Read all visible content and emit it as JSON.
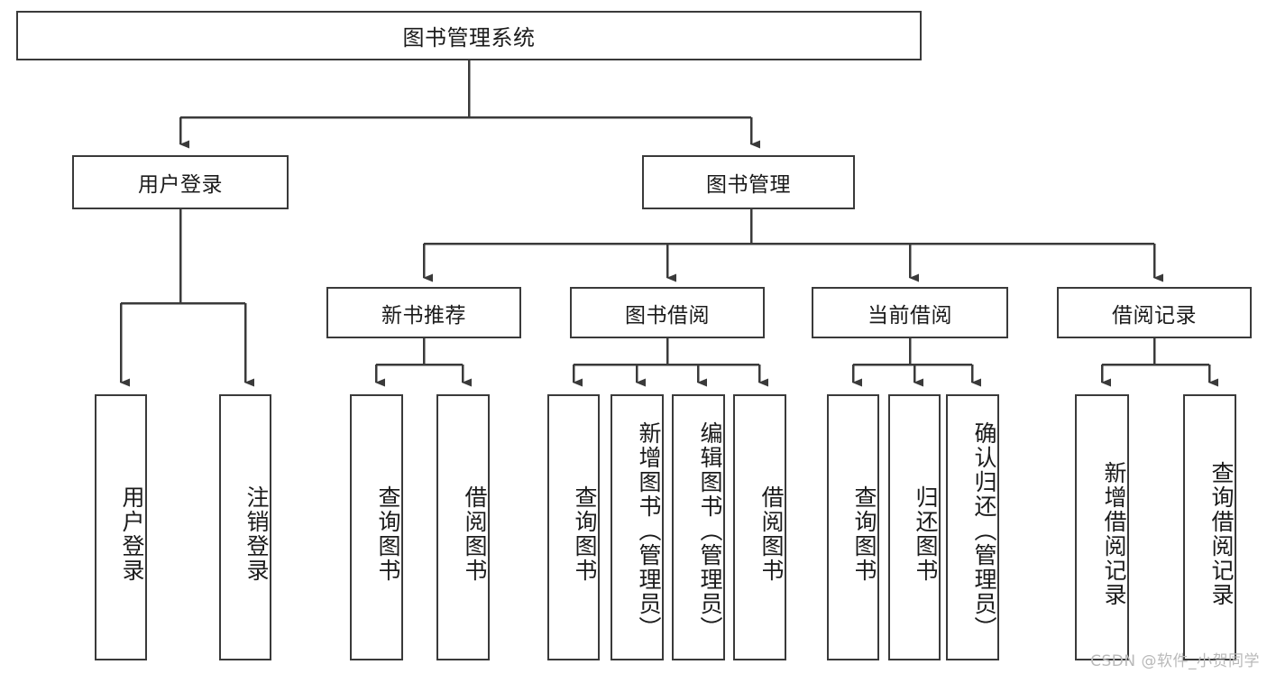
{
  "diagram": {
    "title": "图书管理系统",
    "type": "tree",
    "watermark": "CSDN @软件_小贺同学",
    "colors": {
      "stroke": "#3a3a3a",
      "fill": "#ffffff",
      "text": "#1b1b1b",
      "watermark": "#b9b9b9"
    }
  },
  "nodes": {
    "root": {
      "label": "图书管理系统"
    },
    "level2": [
      {
        "id": "user-login",
        "label": "用户登录"
      },
      {
        "id": "book-management",
        "label": "图书管理"
      }
    ],
    "level3": [
      {
        "id": "new-book-recommend",
        "label": "新书推荐"
      },
      {
        "id": "book-borrow",
        "label": "图书借阅"
      },
      {
        "id": "current-borrow",
        "label": "当前借阅"
      },
      {
        "id": "borrow-record",
        "label": "借阅记录"
      }
    ],
    "leaves": {
      "user_login": [
        {
          "id": "leaf-user-login",
          "label": "用户登录"
        },
        {
          "id": "leaf-logout-login",
          "label": "注销登录"
        }
      ],
      "new_book_recommend": [
        {
          "id": "leaf-query-book-1",
          "label": "查询图书"
        },
        {
          "id": "leaf-borrow-book-1",
          "label": "借阅图书"
        }
      ],
      "book_borrow": [
        {
          "id": "leaf-query-book-2",
          "label": "查询图书"
        },
        {
          "id": "leaf-add-book",
          "label": "新增图书（管理员）"
        },
        {
          "id": "leaf-edit-book",
          "label": "编辑图书（管理员）"
        },
        {
          "id": "leaf-borrow-book-2",
          "label": "借阅图书"
        }
      ],
      "current_borrow": [
        {
          "id": "leaf-query-book-3",
          "label": "查询图书"
        },
        {
          "id": "leaf-return-book",
          "label": "归还图书"
        },
        {
          "id": "leaf-confirm-return",
          "label": "确认归还（管理员）"
        }
      ],
      "borrow_record": [
        {
          "id": "leaf-add-record",
          "label": "新增借阅记录"
        },
        {
          "id": "leaf-query-record",
          "label": "查询借阅记录"
        }
      ]
    }
  }
}
